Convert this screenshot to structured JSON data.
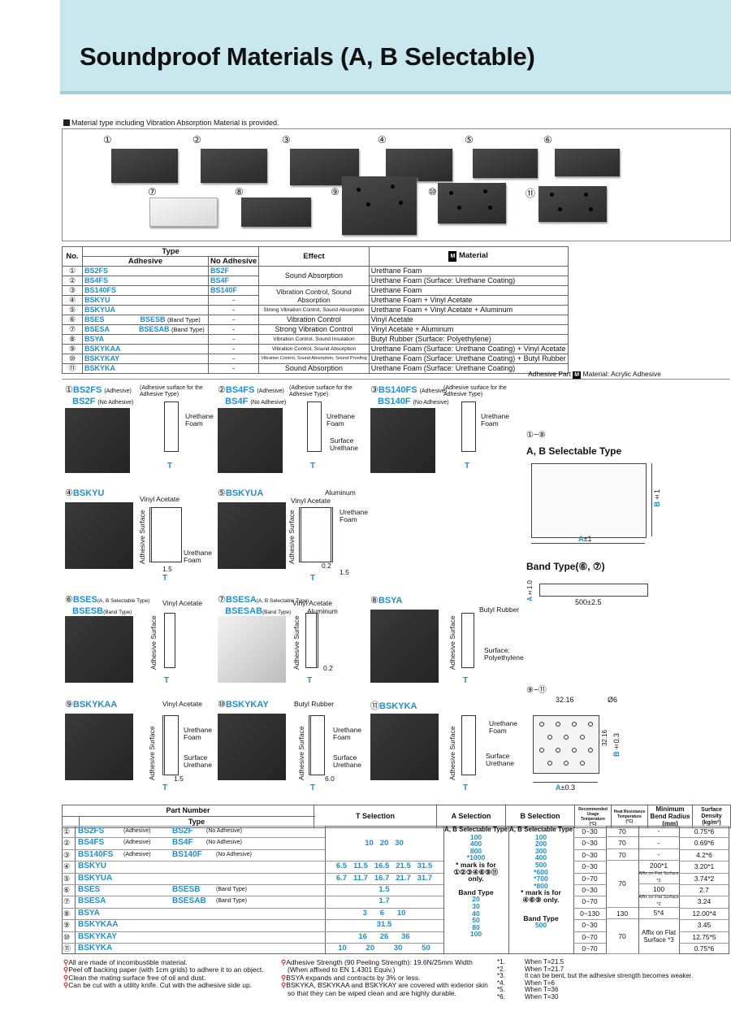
{
  "title": "Soundproof Materials (A, B Selectable)",
  "note": "Material type including Vibration Absorption Material is provided.",
  "photo_numbers": [
    "①",
    "②",
    "③",
    "④",
    "⑤",
    "⑥",
    "⑦",
    "⑧",
    "⑨",
    "⑩",
    "⑪"
  ],
  "table1": {
    "h_no": "No.",
    "h_type": "Type",
    "h_adhesive": "Adhesive",
    "h_noadh": "No Adhesive",
    "h_effect": "Effect",
    "h_material_m": "M",
    "h_material": "Material",
    "rows": [
      {
        "no": "①",
        "adh": "BS2FS",
        "adh2": "",
        "band": "",
        "noadh": "BS2F",
        "material": "Urethane Foam"
      },
      {
        "no": "②",
        "adh": "BS4FS",
        "adh2": "",
        "band": "",
        "noadh": "BS4F",
        "material": "Urethane Foam (Surface: Urethane Coating)"
      },
      {
        "no": "③",
        "adh": "BS140FS",
        "adh2": "",
        "band": "",
        "noadh": "BS140F",
        "material": "Urethane Foam"
      },
      {
        "no": "④",
        "adh": "BSKYU",
        "adh2": "",
        "band": "",
        "noadh": "-",
        "material": "Urethane Foam + Vinyl Acetate"
      },
      {
        "no": "⑤",
        "adh": "BSKYUA",
        "adh2": "",
        "band": "",
        "noadh": "-",
        "material": "Urethane Foam + Vinyl Acetate + Aluminum"
      },
      {
        "no": "⑥",
        "adh": "BSES",
        "adh2": "BSESB",
        "band": "(Band Type)",
        "noadh": "-",
        "material": "Vinyl Acetate"
      },
      {
        "no": "⑦",
        "adh": "BSESA",
        "adh2": "BSESAB",
        "band": "(Band Type)",
        "noadh": "-",
        "material": "Vinyl Acetate + Aluminum"
      },
      {
        "no": "⑧",
        "adh": "BSYA",
        "adh2": "",
        "band": "",
        "noadh": "-",
        "material": "Butyl Rubber (Surface: Polyethylene)"
      },
      {
        "no": "⑨",
        "adh": "BSKYKAA",
        "adh2": "",
        "band": "",
        "noadh": "-",
        "material": "Urethane Foam (Surface: Urethane Coating) + Vinyl Acetate"
      },
      {
        "no": "⑩",
        "adh": "BSKYKAY",
        "adh2": "",
        "band": "",
        "noadh": "-",
        "material": "Urethane Foam (Surface: Urethane Coating) + Butyl Rubber"
      },
      {
        "no": "⑪",
        "adh": "BSKYKA",
        "adh2": "",
        "band": "",
        "noadh": "-",
        "material": "Urethane Foam (Surface: Urethane Coating)"
      }
    ],
    "effects": {
      "e12": "Sound Absorption",
      "e34": "Vibration Control, Sound Absorption",
      "e5": "Strong Vibration Control, Sound Absorption",
      "e6": "Vibration Control",
      "e7": "Strong Vibration Control",
      "e8": "Vibration Control, Sound Insulation",
      "e9": "Vibration Control, Sound Absorption",
      "e10": "Vibration Control, Sound Absorption, Sound Proofing",
      "e11": "Sound Absorption"
    }
  },
  "adhesive_note_pre": "Adhesive Part",
  "adhesive_note_m": "M",
  "adhesive_note_post": "Material: Acrylic Adhesive",
  "drawings": {
    "d1": {
      "num": "①",
      "code": "BS2FS",
      "tag": "(Adhesive)",
      "code2": "BS2F",
      "tag2": "(No Adhesive)",
      "surf": "(Adhesive surface for the Adhesive Type)",
      "l1": "Urethane",
      "l2": "Foam"
    },
    "d2": {
      "num": "②",
      "code": "BS4FS",
      "tag": "(Adhesive)",
      "code2": "BS4F",
      "tag2": "(No Adhesive)",
      "surf": "(Adhesive surface for the Adhesive Type)",
      "l1": "Urethane",
      "l2": "Foam",
      "l3": "Surface",
      "l4": "Urethane"
    },
    "d3": {
      "num": "③",
      "code": "BS140FS",
      "tag": "(Adhesive)",
      "code2": "BS140F",
      "tag2": "(No Adhesive)",
      "surf": "(Adhesive surface for the Adhesive Type)",
      "l1": "Urethane",
      "l2": "Foam"
    },
    "d4": {
      "num": "④",
      "code": "BSKYU",
      "l1": "Vinyl Acetate",
      "l2": "Urethane",
      "l3": "Foam",
      "v": "Adhesive Surface",
      "dim": "1.5"
    },
    "d5": {
      "num": "⑤",
      "code": "BSKYUA",
      "l0": "Aluminum",
      "l1": "Vinyl Acetate",
      "l2": "Urethane",
      "l3": "Foam",
      "v": "Adhesive Surface",
      "dim": "0.2",
      "dim2": "1.5"
    },
    "d6": {
      "num": "⑥",
      "code": "BSES",
      "tag": "(A, B Selectable Type)",
      "code2": "BSESB",
      "tag2": "(Band Type)",
      "l1": "Vinyl Acetate",
      "v": "Adhesive Surface"
    },
    "d7": {
      "num": "⑦",
      "code": "BSESA",
      "tag": "(A, B Selectable Type)",
      "code2": "BSESAB",
      "tag2": "(Band Type)",
      "l1": "Vinyl Acetate",
      "l0": "Aluminum",
      "v": "Adhesive Surface",
      "dim": "0.2"
    },
    "d8": {
      "num": "⑧",
      "code": "BSYA",
      "l1": "Butyl Rubber",
      "l2": "Surface: Polyethylene",
      "v": "Adhesive Surface"
    },
    "d9": {
      "num": "⑨",
      "code": "BSKYKAA",
      "l1": "Vinyl Acetate",
      "l2": "Urethane",
      "l3": "Foam",
      "l4": "Surface",
      "l5": "Urethane",
      "v": "Adhesive Surface",
      "dim": "1.5"
    },
    "d10": {
      "num": "⑩",
      "code": "BSKYKAY",
      "l1": "Butyl Rubber",
      "l2": "Urethane",
      "l3": "Foam",
      "l4": "Surface",
      "l5": "Urethane",
      "v": "Adhesive Surface",
      "dim": "6.0"
    },
    "d11": {
      "num": "⑪",
      "code": "BSKYKA",
      "l2": "Urethane",
      "l3": "Foam",
      "l4": "Surface",
      "l5": "Urethane",
      "v": "Adhesive Surface"
    },
    "T": "T"
  },
  "right": {
    "r1": "①~⑧",
    "ab_title": "A, B Selectable Type",
    "a": "A",
    "a_tol": "±1",
    "b": "B",
    "b_tol": "±1",
    "band_title": "Band Type(⑥, ⑦)",
    "band_a": "A",
    "band_a_tol": "±1.0",
    "band_len": "500±2.5",
    "r2": "⑨~⑪",
    "d_pitch": "32.16",
    "d_hole": "Ø6",
    "d_pitch2": "32.16",
    "a3": "A",
    "a3_tol": "±0.3",
    "b3": "B",
    "b3_tol": "±0.3"
  },
  "table2": {
    "h_pn": "Part Number",
    "h_type": "Type",
    "h_tsel": "T Selection",
    "h_asel": "A Selection",
    "h_bsel": "B Selection",
    "h_temp": "Recommended Usage Temperature (°C)",
    "h_heat": "Heat Resistance Temperature (°C)",
    "h_bend": "Minimum Bend Radius (mm)",
    "h_dens": "Surface Density (kg/m²)",
    "rows": [
      {
        "no": "①",
        "t1": "BS2FS",
        "t1tag": "(Adhesive)",
        "t2": "BS2F",
        "t2tag": "(No Adhesive)",
        "temp": "0~30",
        "heat": "70",
        "bend": "-",
        "dens": "0.75*6"
      },
      {
        "no": "②",
        "t1": "BS4FS",
        "t1tag": "(Adhesive)",
        "t2": "BS4F",
        "t2tag": "(No Adhesive)",
        "temp": "0~30",
        "heat": "70",
        "bend": "-",
        "dens": "0.69*6"
      },
      {
        "no": "③",
        "t1": "BS140FS",
        "t1tag": "(Adhesive)",
        "t2": "BS140F",
        "t2tag": "(No Adhesive)",
        "temp": "0~30",
        "heat": "70",
        "bend": "-",
        "dens": "4.2*6"
      },
      {
        "no": "④",
        "t1": "BSKYU",
        "t1tag": "",
        "t2": "",
        "t2tag": "",
        "temp": "0~30",
        "heat": "",
        "bend": "200*1",
        "dens": "3.20*1"
      },
      {
        "no": "⑤",
        "t1": "BSKYUA",
        "t1tag": "",
        "t2": "",
        "t2tag": "",
        "temp": "0~70",
        "heat": "",
        "bend": "Affix on Flat Surface *2",
        "dens": "3.74*2"
      },
      {
        "no": "⑥",
        "t1": "BSES",
        "t1tag": "",
        "t2": "BSESB",
        "t2tag": "(Band Type)",
        "temp": "0~30",
        "heat": "",
        "bend": "100",
        "dens": "2.7"
      },
      {
        "no": "⑦",
        "t1": "BSESA",
        "t1tag": "",
        "t2": "BSESAB",
        "t2tag": "(Band Type)",
        "temp": "0~70",
        "heat": "",
        "bend": "Affix on Flat Surface *2",
        "dens": "3.24"
      },
      {
        "no": "⑧",
        "t1": "BSYA",
        "t1tag": "",
        "t2": "",
        "t2tag": "",
        "temp": "0~130",
        "heat": "130",
        "bend": "5*4",
        "dens": "12.00*4"
      },
      {
        "no": "⑨",
        "t1": "BSKYKAA",
        "t1tag": "",
        "t2": "",
        "t2tag": "",
        "temp": "0~30",
        "heat": "",
        "bend": "",
        "dens": "3.45"
      },
      {
        "no": "⑩",
        "t1": "BSKYKAY",
        "t1tag": "",
        "t2": "",
        "t2tag": "",
        "temp": "0~70",
        "heat": "70",
        "bend": "Affix on Flat Surface *3",
        "dens": "12.75*5"
      },
      {
        "no": "⑪",
        "t1": "BSKYKA",
        "t1tag": "",
        "t2": "",
        "t2tag": "",
        "temp": "0~70",
        "heat": "",
        "bend": "",
        "dens": "0.75*6"
      }
    ],
    "tsel": {
      "r123": "10   20   30",
      "r4": "6.5   11.5   16.5   21.5   31.5",
      "r5": "6.7   11.7   16.7   21.7   31.7",
      "r6": "1.5",
      "r7": "1.7",
      "r8": "3      6      10",
      "r9": "31.5",
      "r10": "16      26      36",
      "r11": "10         20         30         50"
    },
    "heat_merge": "70",
    "asel": [
      "A, B Selectable Type",
      "100",
      "400",
      "800",
      "*1000",
      "* mark is for",
      "①②③④⑥⑨⑪",
      "only.",
      "",
      "Band Type",
      "20",
      "30",
      "40",
      "50",
      "80",
      "100"
    ],
    "bsel": [
      "A, B Selectable Type",
      "100",
      "200",
      "300",
      "400",
      "500",
      "*600",
      "*700",
      "*800",
      "* mark is for",
      "④⑥⑨ only.",
      "",
      "Band Type",
      "500"
    ]
  },
  "foot_left": [
    "All are made of incombustible material.",
    "Peel off backing paper (with 1cm grids) to adhere it to an object.",
    "Clean the mating surface free of oil and dust.",
    "Can be cut with a utility knife. Cut with the adhesive side up."
  ],
  "foot_mid": [
    "Adhesive Strength (90 Peeling Strength): 19.6N/25mm Width",
    "(When affixed to EN 1.4301 Equiv.)",
    "BSYA expands and contracts by 3% or less.",
    "BSKYKA, BSKYKAA and BSKYKAY are covered with exterior skin",
    "so that they can be wiped clean and are highly durable."
  ],
  "foot_right": [
    {
      "k": "*1.",
      "v": "When T=21.5"
    },
    {
      "k": "*2.",
      "v": "When T=21.7"
    },
    {
      "k": "*3.",
      "v": "It can be bent, but the adhesive strength becomes weaker."
    },
    {
      "k": "*4.",
      "v": "When T=6"
    },
    {
      "k": "*5.",
      "v": "When T=36"
    },
    {
      "k": "*6.",
      "v": "When T=30"
    }
  ],
  "colors": {
    "accent": "#1d8fd4",
    "header_bg": "#c8e8ee"
  }
}
